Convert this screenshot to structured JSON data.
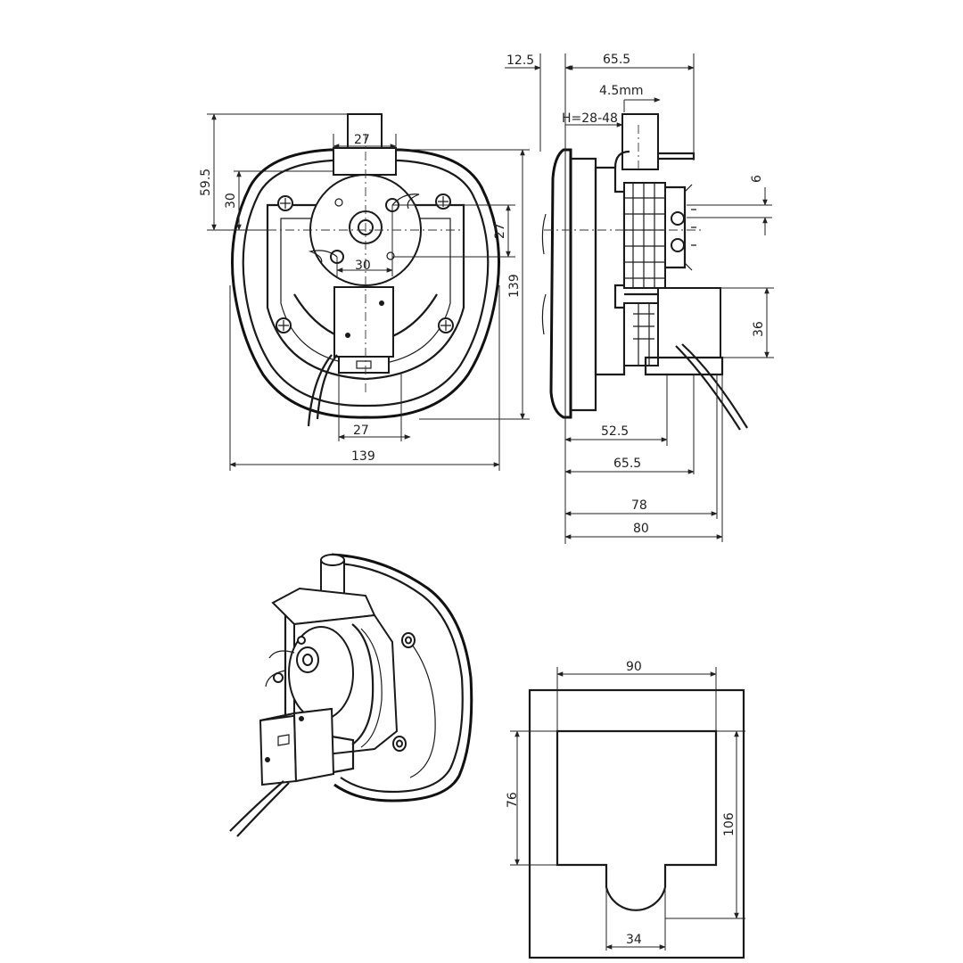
{
  "dimensions": {
    "front": {
      "tab_width": "27",
      "height_59_5": "59.5",
      "height_30": "30",
      "cam_30": "30",
      "cam_27": "27",
      "height_139": "139",
      "bottom_27": "27",
      "width_139": "139"
    },
    "side": {
      "offset_12_5": "12.5",
      "top_65_5": "65.5",
      "stroke_4_5": "4.5mm",
      "handle_h": "H=28-48",
      "gap_6": "6",
      "solenoid_36": "36",
      "depth_52_5": "52.5",
      "depth_65_5": "65.5",
      "depth_78": "78",
      "depth_80": "80"
    },
    "cutout": {
      "width_90": "90",
      "height_76": "76",
      "height_106": "106",
      "notch_34": "34"
    }
  },
  "colors": {
    "line": "#1a1a1a",
    "background": "#ffffff"
  }
}
